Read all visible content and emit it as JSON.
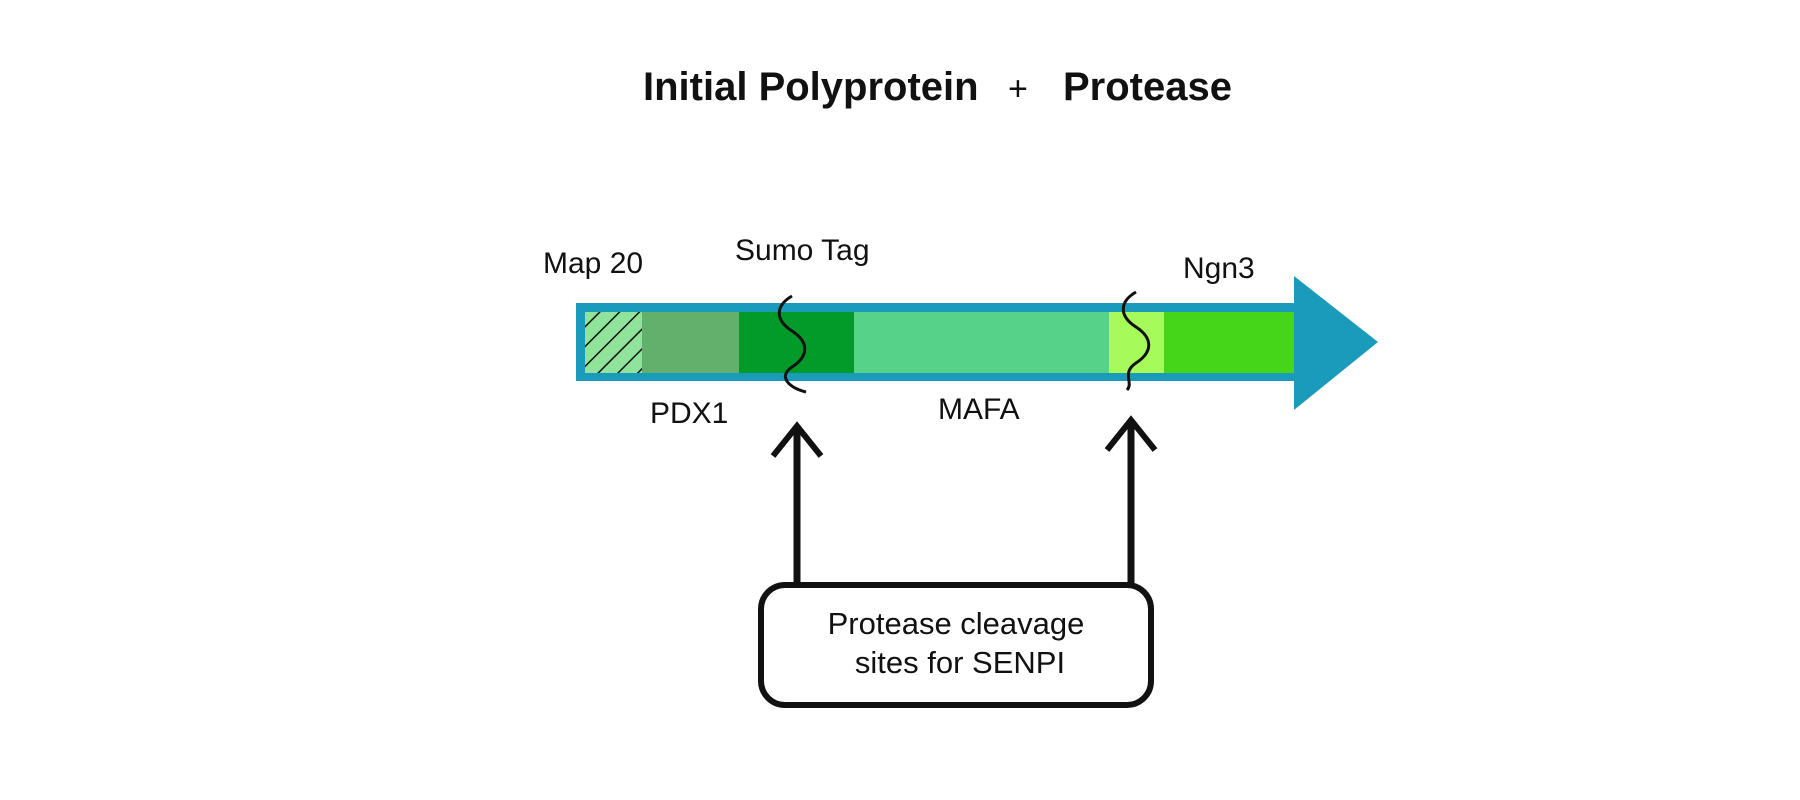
{
  "title": {
    "left": "Initial Polyprotein",
    "plus": "+",
    "right": "Protease"
  },
  "segments": {
    "map20": "Map 20",
    "pdx1": "PDX1",
    "sumo": "Sumo Tag",
    "mafa": "MAFA",
    "ngn3": "Ngn3"
  },
  "callout": {
    "line1": "Protease cleavage",
    "line2": "sites for SENPI"
  },
  "colors": {
    "outline_arrow": "#1b9bbb",
    "map20_hatch": "#8fe39a",
    "pdx1": "#62b06b",
    "sumo": "#029b2a",
    "mafa": "#56d289",
    "linker": "#a6fa5a",
    "ngn3": "#46d619"
  }
}
